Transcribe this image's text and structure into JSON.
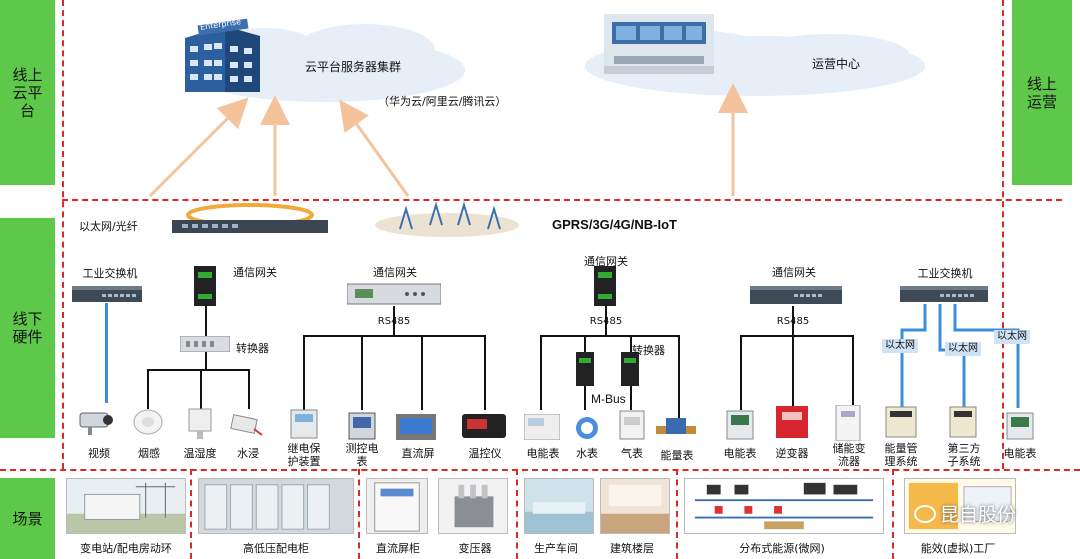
{
  "bands": {
    "online_cloud": [
      "线上",
      "云平",
      "台"
    ],
    "online_ops": [
      "线上",
      "运营"
    ],
    "offline_hw": [
      "线下",
      "硬件"
    ],
    "scene": "场景"
  },
  "cloud": {
    "cluster_label": "云平台服务器集群",
    "providers": "（华为云/阿里云/腾讯云）",
    "ops_label": "运营中心",
    "building_sign": "Enterprise"
  },
  "network": {
    "ethernet": "以太网/光纤",
    "wireless": "GPRS/3G/4G/NB-IoT"
  },
  "devices": {
    "switch_left": "工业交换机",
    "gateway1": "通信网关",
    "gateway2": "通信网关",
    "gateway3": "通信网关",
    "gateway4": "通信网关",
    "switch_right": "工业交换机",
    "converter1": "转换器",
    "converter2": "转换器",
    "rs485_a": "RS485",
    "rs485_b": "RS485",
    "rs485_c": "RS485",
    "mbus": "M-Bus",
    "eth1": "以太网",
    "eth2": "以太网",
    "eth3": "以太网"
  },
  "endpoints": [
    "视频",
    "烟感",
    "温湿度",
    "水浸",
    "继电保护装置",
    "测控电表",
    "直流屏",
    "温控仪",
    "电能表",
    "水表",
    "气表",
    "能量表",
    "电能表",
    "逆变器",
    "储能变流器",
    "能量管理系统",
    "第三方子系统",
    "电能表"
  ],
  "endpoint_lines": {
    "relay": [
      "继电保",
      "护装置"
    ],
    "meter": [
      "测控电",
      "表"
    ],
    "storage": [
      "储能变",
      "流器"
    ],
    "ems": [
      "能量管",
      "理系统"
    ],
    "third": [
      "第三方",
      "子系统"
    ]
  },
  "scenes": [
    "变电站/配电房动环",
    "高低压配电柜",
    "直流屏柜",
    "变压器",
    "生产车间",
    "建筑楼层",
    "分布式能源(微网)",
    "能效(虚拟)工厂"
  ],
  "watermark": "昆自股份",
  "colors": {
    "band_green": "#5ec84a",
    "divider_red": "#d92a2a",
    "arrow_peach": "#f4c39b",
    "link_blue": "#3b8ed8"
  }
}
